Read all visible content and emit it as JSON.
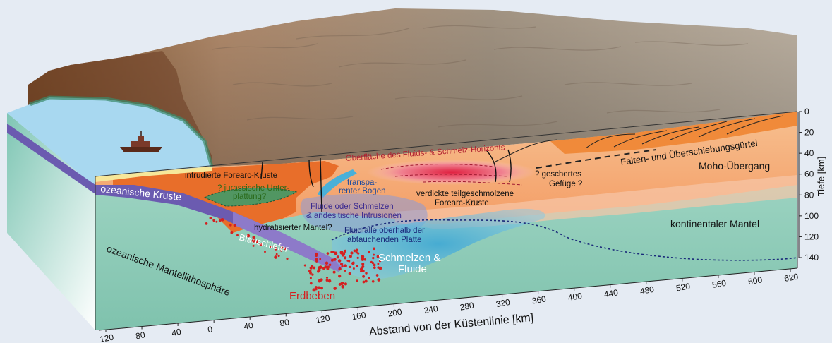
{
  "labels": {
    "intrudierte": "intrudierte Forearc-Kruste",
    "jura1": "? jurassische Unter-",
    "jura2": "plattung?",
    "transp1": "transpa-",
    "transp2": "renter Bogen",
    "oberflaeche": "Oberfläche des Fluids- & Schmelz-Horizonts",
    "verdickte1": "verdickte teilgeschmolzene",
    "verdickte2": "Forearc-Kruste",
    "geschert1": "? geschertes",
    "geschert2": "Gefüge ?",
    "falten": "Falten- und Überschiebungsgürtel",
    "moho": "Moho-Übergang",
    "ozKruste": "ozeanische Kruste",
    "fluide1": "Fluide oder Schmelzen",
    "fluide2": "& andesitische Intrusionen",
    "hydrat": "hydratisierter Mantel?",
    "blau": "Blauschiefer",
    "fluidfalle1": "Fluidfalle oberhalb der",
    "fluidfalle2": "abtauchenden Platte",
    "schmelzen1": "Schmelzen &",
    "schmelzen2": "Fluide",
    "kontMantel": "kontinentaler Mantel",
    "ozMantel": "ozeanische Mantellithosphäre",
    "erdbeben": "Erdbeben",
    "abstand": "Abstand von der Küstenlinie [km]",
    "tiefe": "Tiefe [km]"
  },
  "depth_ticks": [
    "0",
    "20",
    "40",
    "60",
    "80",
    "100",
    "120",
    "140"
  ],
  "distance_ticks": [
    "120",
    "80",
    "40",
    "0",
    "40",
    "80",
    "120",
    "160",
    "200",
    "240",
    "280",
    "320",
    "360",
    "400",
    "440",
    "480",
    "520",
    "560",
    "600",
    "620"
  ],
  "colors": {
    "background": "#e5ebf3",
    "ocean": "#a8d8f0",
    "continental_crust": "#f0a070",
    "forearc_crust": "#e86e2a",
    "mantle": "#9fd4c3",
    "oceanic_crust": "#6b5bb0",
    "fluids": "#4ab0d8",
    "earthquakes": "#d42020",
    "melt_zone": "#e8304a"
  }
}
